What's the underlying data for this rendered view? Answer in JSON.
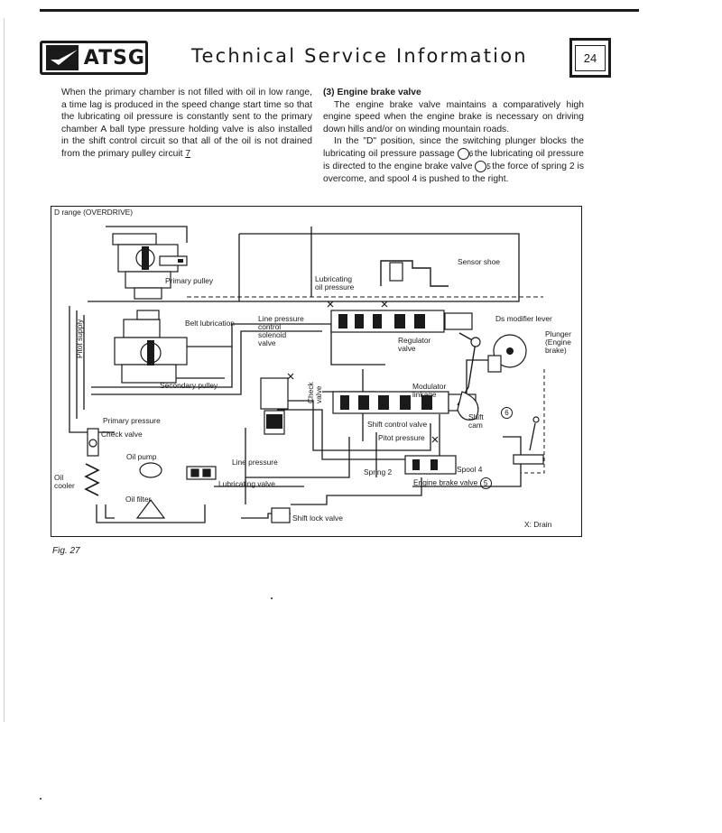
{
  "header": {
    "logo_text": "ATSG",
    "title": "Technical Service Information",
    "page_number": "24"
  },
  "left_column": {
    "text": "When the primary chamber is not filled with oil in low range, a time lag is produced in the speed change start time so that the lubricating oil pressure is constantly sent to the primary chamber  A ball type pressure holding valve is also installed in the shift control circuit so that all of the oil is not drained from the primary pulley circuit ",
    "ref": "7"
  },
  "right_column": {
    "heading": "(3)  Engine brake valve",
    "p1": "The engine brake valve maintains a comparatively high engine speed when the engine brake is necessary on driving down hills and/or on winding mountain roads.",
    "p2_a": "In the \"D\" position, since the switching plunger blocks the lubricating oil pressure passage ",
    "p2_ref1": "6",
    "p2_b": ", the lubricating oil pressure is directed to the engine brake valve ",
    "p2_ref2": "5",
    "p2_c": ", the force of spring 2 is overcome, and spool 4 is pushed to the right."
  },
  "figure": {
    "range_label": "D range (OVERDRIVE)",
    "labels": {
      "primary_pulley": "Primary pulley",
      "belt_lubrication": "Belt lubrication",
      "secondary_pulley": "Secondary pulley",
      "pitot_supply": "Pitot supply",
      "primary_pressure": "Primary pressure",
      "check_valve_left": "Check valve",
      "oil_pump": "Oil pump",
      "oil_cooler": "Oil\ncooler",
      "oil_filter": "Oil filter",
      "line_pressure_bottom": "Line pressure",
      "lubricating_valve": "Lubricating valve",
      "shift_lock_valve": "Shift lock valve",
      "lubricating_oil_pressure": "Lubricating\noil pressure",
      "line_pressure_solenoid": "Line pressure\ncontrol\nsolenoid\nvalve",
      "check_valve_mid": "Check\nvalve",
      "sensor_shoe": "Sensor shoe",
      "ds_modifier_lever": "Ds modifier lever",
      "plunger": "Plunger\n(Engine\nbrake)",
      "regulator_valve": "Regulator\nvalve",
      "modulator_linkage": "Modulator\nlinkage",
      "shift_cam": "Shift\ncam",
      "shift_control_valve": "Shift control valve",
      "pitot_pressure": "Pitot pressure",
      "spring_2": "Spring 2",
      "spool_4": "Spool 4",
      "engine_brake_valve": "Engine brake valve",
      "engine_brake_ref": "5",
      "six_ref": "6",
      "drain_legend": "X:  Drain"
    },
    "caption": "Fig. 27"
  }
}
